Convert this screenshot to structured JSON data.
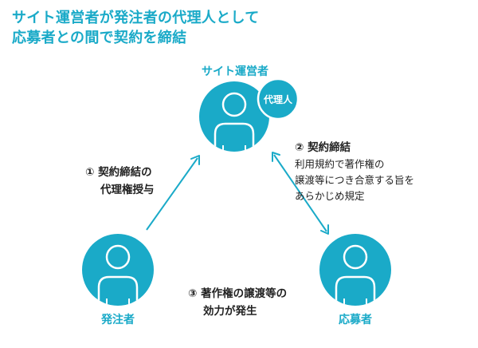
{
  "heading": {
    "line1": "サイト運営者が発注者の代理人として",
    "line2": "応募者との間で契約を締結"
  },
  "nodes": {
    "operator": {
      "label": "サイト運営者",
      "badge": "代理人"
    },
    "orderer": {
      "label": "発注者"
    },
    "applicant": {
      "label": "応募者"
    }
  },
  "steps": {
    "step1": {
      "line1": "① 契約締結の",
      "line2": "代理権授与"
    },
    "step2": {
      "title": "② 契約締結",
      "line1": "利用規約で著作権の",
      "line2": "譲渡等につき合意する旨を",
      "line3": "あらかじめ規定"
    },
    "step3": {
      "line1": "③ 著作権の譲渡等の",
      "line2": "効力が発生"
    }
  },
  "colors": {
    "accent": "#1aaac8",
    "text": "#222222",
    "background": "#ffffff"
  }
}
